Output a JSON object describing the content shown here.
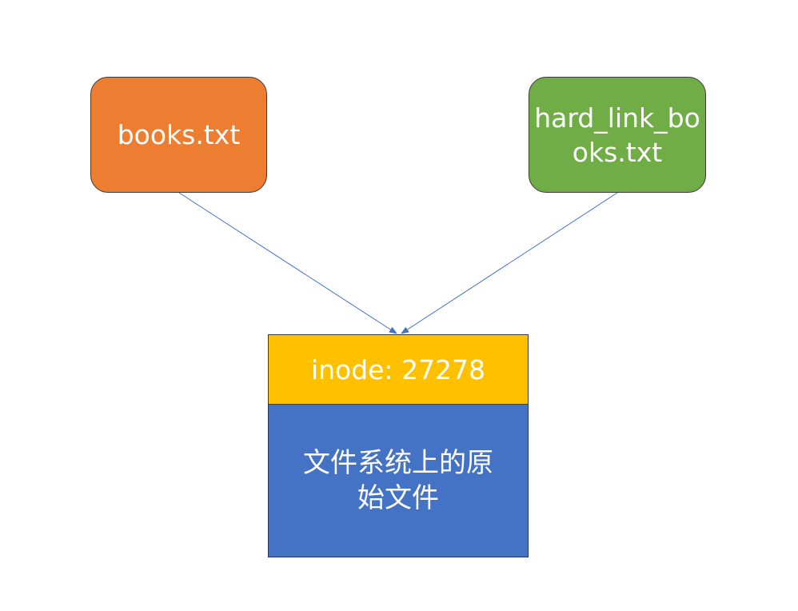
{
  "nodes": {
    "books": {
      "label": "books.txt",
      "color": "#ED7D31"
    },
    "hard_link": {
      "label": "hard_link_books.txt",
      "color": "#70AD47"
    },
    "inode": {
      "label": "inode: 27278",
      "color": "#FFC000"
    },
    "file": {
      "label": "文件系统上的原始文件",
      "color": "#4472C4"
    }
  },
  "edges": [
    {
      "from": "books",
      "to": "inode"
    },
    {
      "from": "hard_link",
      "to": "inode"
    }
  ],
  "colors": {
    "edge": "#4472C4",
    "text": "#FFFFFF"
  }
}
